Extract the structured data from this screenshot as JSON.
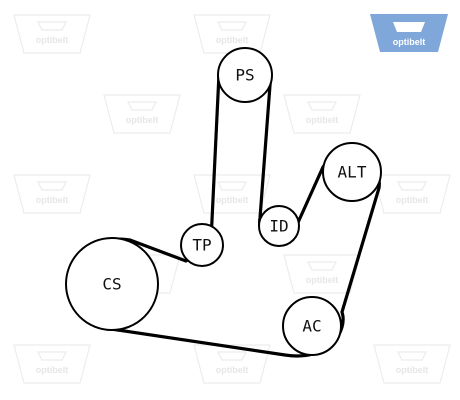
{
  "brand": {
    "name": "optibelt",
    "logo_color": "#7fa7d9",
    "watermark_color": "#e6e6e6"
  },
  "pulleys": {
    "ps": "PS",
    "alt": "ALT",
    "id": "ID",
    "tp": "TP",
    "cs": "CS",
    "ac": "AC"
  }
}
